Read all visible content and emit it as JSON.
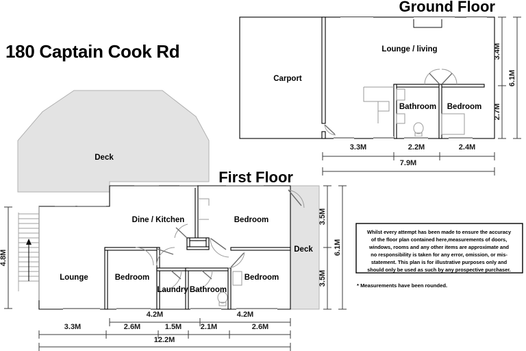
{
  "document": {
    "address_title": "180 Captain Cook Rd",
    "type": "floor-plan"
  },
  "ground_floor": {
    "heading": "Ground Floor",
    "rooms": [
      {
        "name": "Carport"
      },
      {
        "name": "Lounge / living"
      },
      {
        "name": "Bathroom"
      },
      {
        "name": "Bedroom"
      }
    ],
    "dimensions_horizontal": [
      "3.3M",
      "2.2M",
      "2.4M"
    ],
    "dimension_total_horizontal": "7.9M",
    "dimensions_vertical": [
      "3.4M",
      "2.7M"
    ],
    "dimension_total_vertical": "6.1M"
  },
  "first_floor": {
    "heading": "First Floor",
    "rooms": [
      {
        "name": "Dine / Kitchen"
      },
      {
        "name": "Bedroom"
      },
      {
        "name": "Lounge"
      },
      {
        "name": "Bedroom"
      },
      {
        "name": "Laundry"
      },
      {
        "name": "Bathroom"
      },
      {
        "name": "Bedroom"
      },
      {
        "name": "Deck"
      },
      {
        "name": "Deck"
      }
    ],
    "room_labels": {
      "dine_kitchen": "Dine / Kitchen",
      "bedroom_top_right": "Bedroom",
      "lounge": "Lounge",
      "bedroom_mid": "Bedroom",
      "laundry": "Laundry",
      "bathroom": "Bathroom",
      "bedroom_right": "Bedroom",
      "deck_right": "Deck",
      "deck_upper": "Deck"
    },
    "dimensions_row_upper": [
      "4.2M",
      "4.2M"
    ],
    "dimensions_row_lower": [
      "3.3M",
      "2.6M",
      "1.5M",
      "2.1M",
      "2.6M"
    ],
    "dimension_total_horizontal": "12.2M",
    "dimensions_vertical": [
      "3.5M",
      "3.5M"
    ],
    "dimension_total_vertical": "6.1M",
    "dimension_left_vertical": "4.8M"
  },
  "disclaimer": {
    "lines": [
      "Whilst every attempt has been made to ensure the accuracy",
      "of the floor plan contained here,measurements of doors,",
      "windows, rooms and any other items are approximate and",
      "no responsibility is taken for any error, omission, or mis-",
      "statement. This plan is for illustrative purposes only and",
      "should only be used as such by any prospective purchaser."
    ],
    "footnote": "* Measurements have been rounded."
  },
  "colors": {
    "deck_fill": "#e3e3e3",
    "wall_stroke": "#000000",
    "background": "#ffffff",
    "fixture_stroke": "#9a9a9a"
  }
}
